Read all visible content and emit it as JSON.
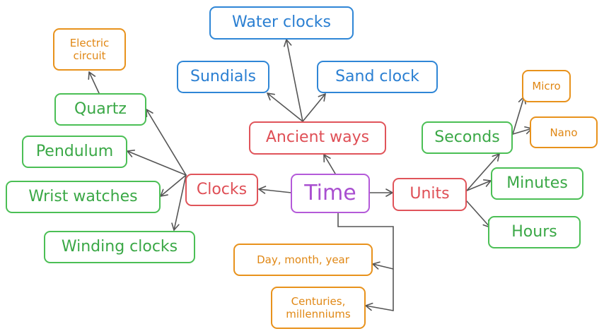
{
  "nodes": {
    "time": "Time",
    "ancient_ways": "Ancient ways",
    "water_clocks": "Water clocks",
    "sundials": "Sundials",
    "sand_clock": "Sand clock",
    "clocks": "Clocks",
    "quartz": "Quartz",
    "electric_circuit": "Electric circuit",
    "pendulum": "Pendulum",
    "wrist_watches": "Wrist watches",
    "winding_clocks": "Winding clocks",
    "units": "Units",
    "seconds": "Seconds",
    "micro": "Micro",
    "nano": "Nano",
    "minutes": "Minutes",
    "hours": "Hours",
    "day_month_year": "Day, month,  year",
    "centuries_millenniums": "Centuries, millenniums"
  },
  "colors": {
    "green": "#4bbf55",
    "blue": "#2f86d6",
    "red": "#e0545a",
    "orange": "#e8921c",
    "purple": "#b45ad9",
    "connector": "#555555"
  }
}
